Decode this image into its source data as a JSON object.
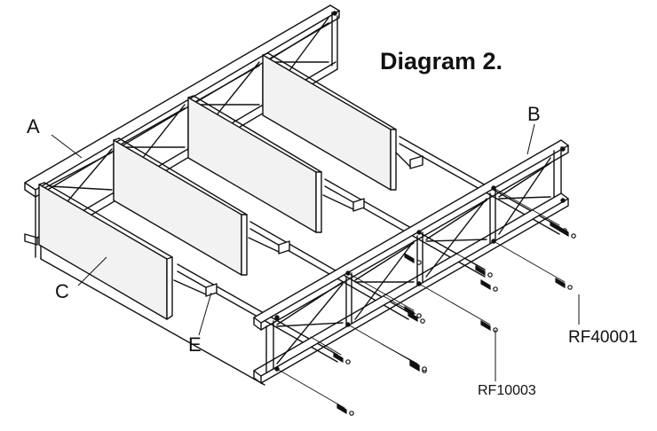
{
  "title": "Diagram 2.",
  "labels": {
    "a": "A",
    "b": "B",
    "c": "C",
    "e": "E",
    "rf40001": "RF40001",
    "rf10003": "RF10003"
  },
  "colors": {
    "line": "#111111",
    "panel": "#f2f2f2",
    "background": "#ffffff"
  }
}
